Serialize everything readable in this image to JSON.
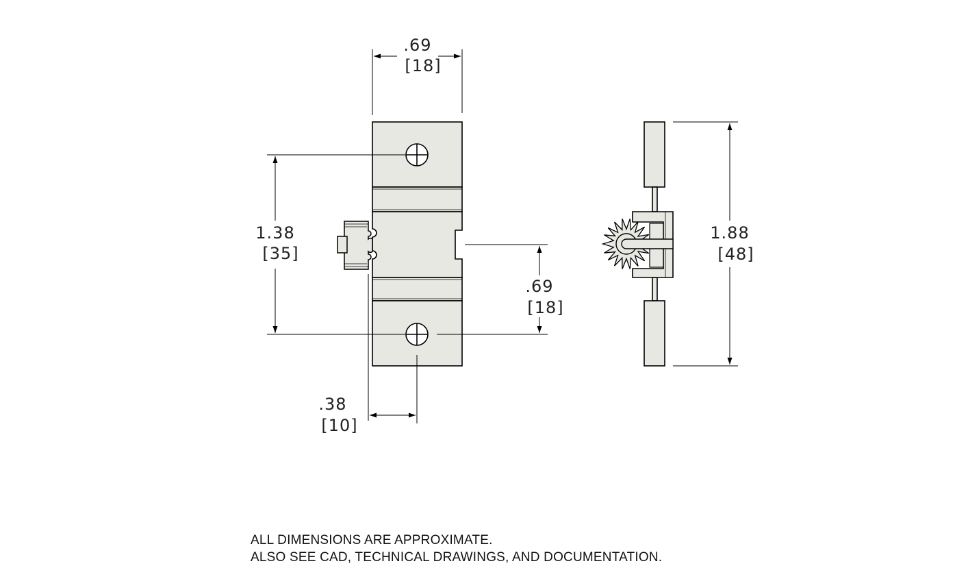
{
  "colors": {
    "part_fill": "#e8e8e3",
    "line": "#000000",
    "text": "#222222"
  },
  "dimensions": {
    "top_width": {
      "inch": ".69",
      "mm": "[18]"
    },
    "hole_spacing": {
      "inch": "1.38",
      "mm": "[35]"
    },
    "center_to_hole": {
      "inch": ".69",
      "mm": "[18]"
    },
    "hole_offset": {
      "inch": ".38",
      "mm": "[10]"
    },
    "overall_height": {
      "inch": "1.88",
      "mm": "[48]"
    }
  },
  "notes": [
    "ALL DIMENSIONS ARE APPROXIMATE.",
    "ALSO SEE CAD, TECHNICAL DRAWINGS, AND DOCUMENTATION."
  ]
}
